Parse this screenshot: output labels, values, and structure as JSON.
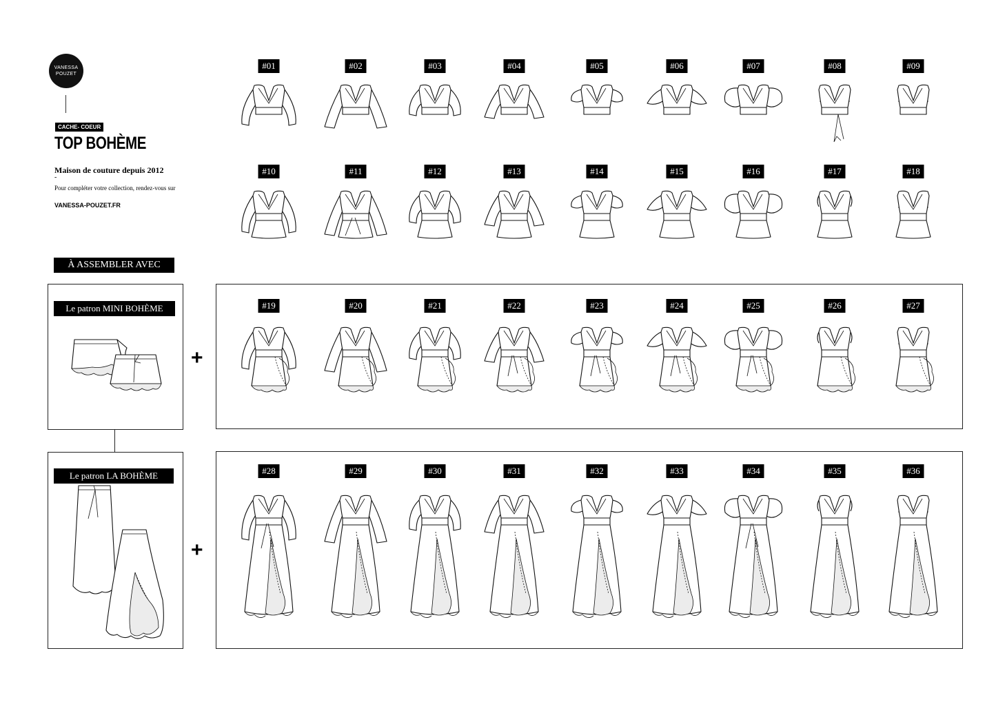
{
  "brand": {
    "logo_lines": [
      "VANESSA",
      "POUZET"
    ],
    "category_badge": "CACHE- COEUR",
    "title": "TOP BOHÈME",
    "since": "Maison de couture depuis 2012",
    "dash": "-",
    "complete": "Pour compléter votre collection, rendez-vous sur",
    "website": "VANESSA-POUZET.FR"
  },
  "assemble_heading": "À ASSEMBLER AVEC",
  "patrons": {
    "mini": {
      "label": "Le patron MINI BOHÈME"
    },
    "la": {
      "label": "Le patron LA BOHÈME"
    }
  },
  "plus_sign": "+",
  "rows": [
    {
      "kind": "top",
      "items": [
        {
          "num": "#01",
          "sleeve": "balloon-long"
        },
        {
          "num": "#02",
          "sleeve": "bell-long"
        },
        {
          "num": "#03",
          "sleeve": "balloon-3q"
        },
        {
          "num": "#04",
          "sleeve": "bell-3q"
        },
        {
          "num": "#05",
          "sleeve": "puff-short"
        },
        {
          "num": "#06",
          "sleeve": "flutter"
        },
        {
          "num": "#07",
          "sleeve": "cape"
        },
        {
          "num": "#08",
          "sleeve": "tie"
        },
        {
          "num": "#09",
          "sleeve": "none"
        }
      ]
    },
    {
      "kind": "peplum",
      "items": [
        {
          "num": "#10",
          "sleeve": "balloon-long"
        },
        {
          "num": "#11",
          "sleeve": "bell-long"
        },
        {
          "num": "#12",
          "sleeve": "balloon-3q"
        },
        {
          "num": "#13",
          "sleeve": "bell-3q"
        },
        {
          "num": "#14",
          "sleeve": "puff-short"
        },
        {
          "num": "#15",
          "sleeve": "flutter"
        },
        {
          "num": "#16",
          "sleeve": "cape"
        },
        {
          "num": "#17",
          "sleeve": "short-cap"
        },
        {
          "num": "#18",
          "sleeve": "none"
        }
      ]
    },
    {
      "kind": "mini",
      "items": [
        {
          "num": "#19",
          "sleeve": "balloon-long"
        },
        {
          "num": "#20",
          "sleeve": "bell-long"
        },
        {
          "num": "#21",
          "sleeve": "balloon-3q"
        },
        {
          "num": "#22",
          "sleeve": "bell-3q"
        },
        {
          "num": "#23",
          "sleeve": "puff-short"
        },
        {
          "num": "#24",
          "sleeve": "flutter"
        },
        {
          "num": "#25",
          "sleeve": "cape"
        },
        {
          "num": "#26",
          "sleeve": "short-cap"
        },
        {
          "num": "#27",
          "sleeve": "none"
        }
      ]
    },
    {
      "kind": "maxi",
      "items": [
        {
          "num": "#28",
          "sleeve": "balloon-long"
        },
        {
          "num": "#29",
          "sleeve": "bell-long"
        },
        {
          "num": "#30",
          "sleeve": "balloon-3q"
        },
        {
          "num": "#31",
          "sleeve": "bell-3q"
        },
        {
          "num": "#32",
          "sleeve": "puff-short"
        },
        {
          "num": "#33",
          "sleeve": "flutter"
        },
        {
          "num": "#34",
          "sleeve": "cape"
        },
        {
          "num": "#35",
          "sleeve": "short-cap"
        },
        {
          "num": "#36",
          "sleeve": "none"
        }
      ]
    }
  ]
}
